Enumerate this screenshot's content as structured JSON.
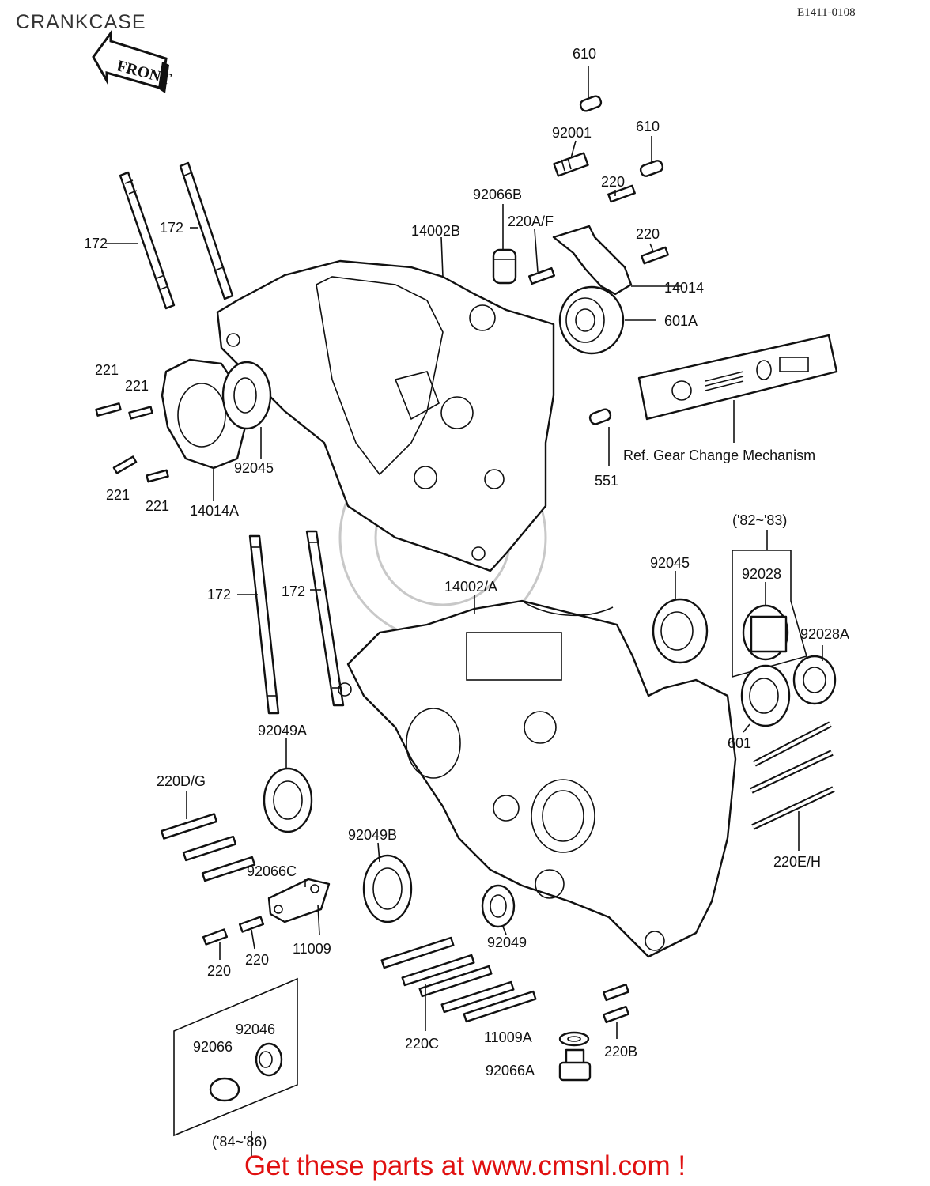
{
  "header": {
    "title": "CRANKCASE",
    "doc_id": "E1411-0108",
    "front_label": "FRONT"
  },
  "footer": {
    "text": "Get these parts at www.cmsnl.com !"
  },
  "callouts": {
    "c610a": "610",
    "c92001": "92001",
    "c610b": "610",
    "c220a": "220",
    "c92066B": "92066B",
    "c220AF": "220A/F",
    "c220b": "220",
    "c14002B": "14002B",
    "c14014": "14014",
    "c601A": "601A",
    "c172a": "172",
    "c172b": "172",
    "c221a": "221",
    "c221b": "221",
    "c221c": "221",
    "c221d": "221",
    "c92045a": "92045",
    "c14014A": "14014A",
    "c551": "551",
    "cRef": "Ref.  Gear Change Mechanism",
    "c82_83": "('82~'83)",
    "c92045b": "92045",
    "c92028": "92028",
    "c92028A": "92028A",
    "c601": "601",
    "c172c": "172",
    "c172d": "172",
    "c14002A": "14002/A",
    "c92049A": "92049A",
    "c220DG": "220D/G",
    "c220EH": "220E/H",
    "c92066C": "92066C",
    "c92049B": "92049B",
    "c11009": "11009",
    "c220c1": "220",
    "c220c2": "220",
    "c92049": "92049",
    "c220C": "220C",
    "c220B": "220B",
    "c11009A": "11009A",
    "c92066A": "92066A",
    "c92046": "92046",
    "c92066": "92066",
    "c84_86": "('84~'86)"
  }
}
